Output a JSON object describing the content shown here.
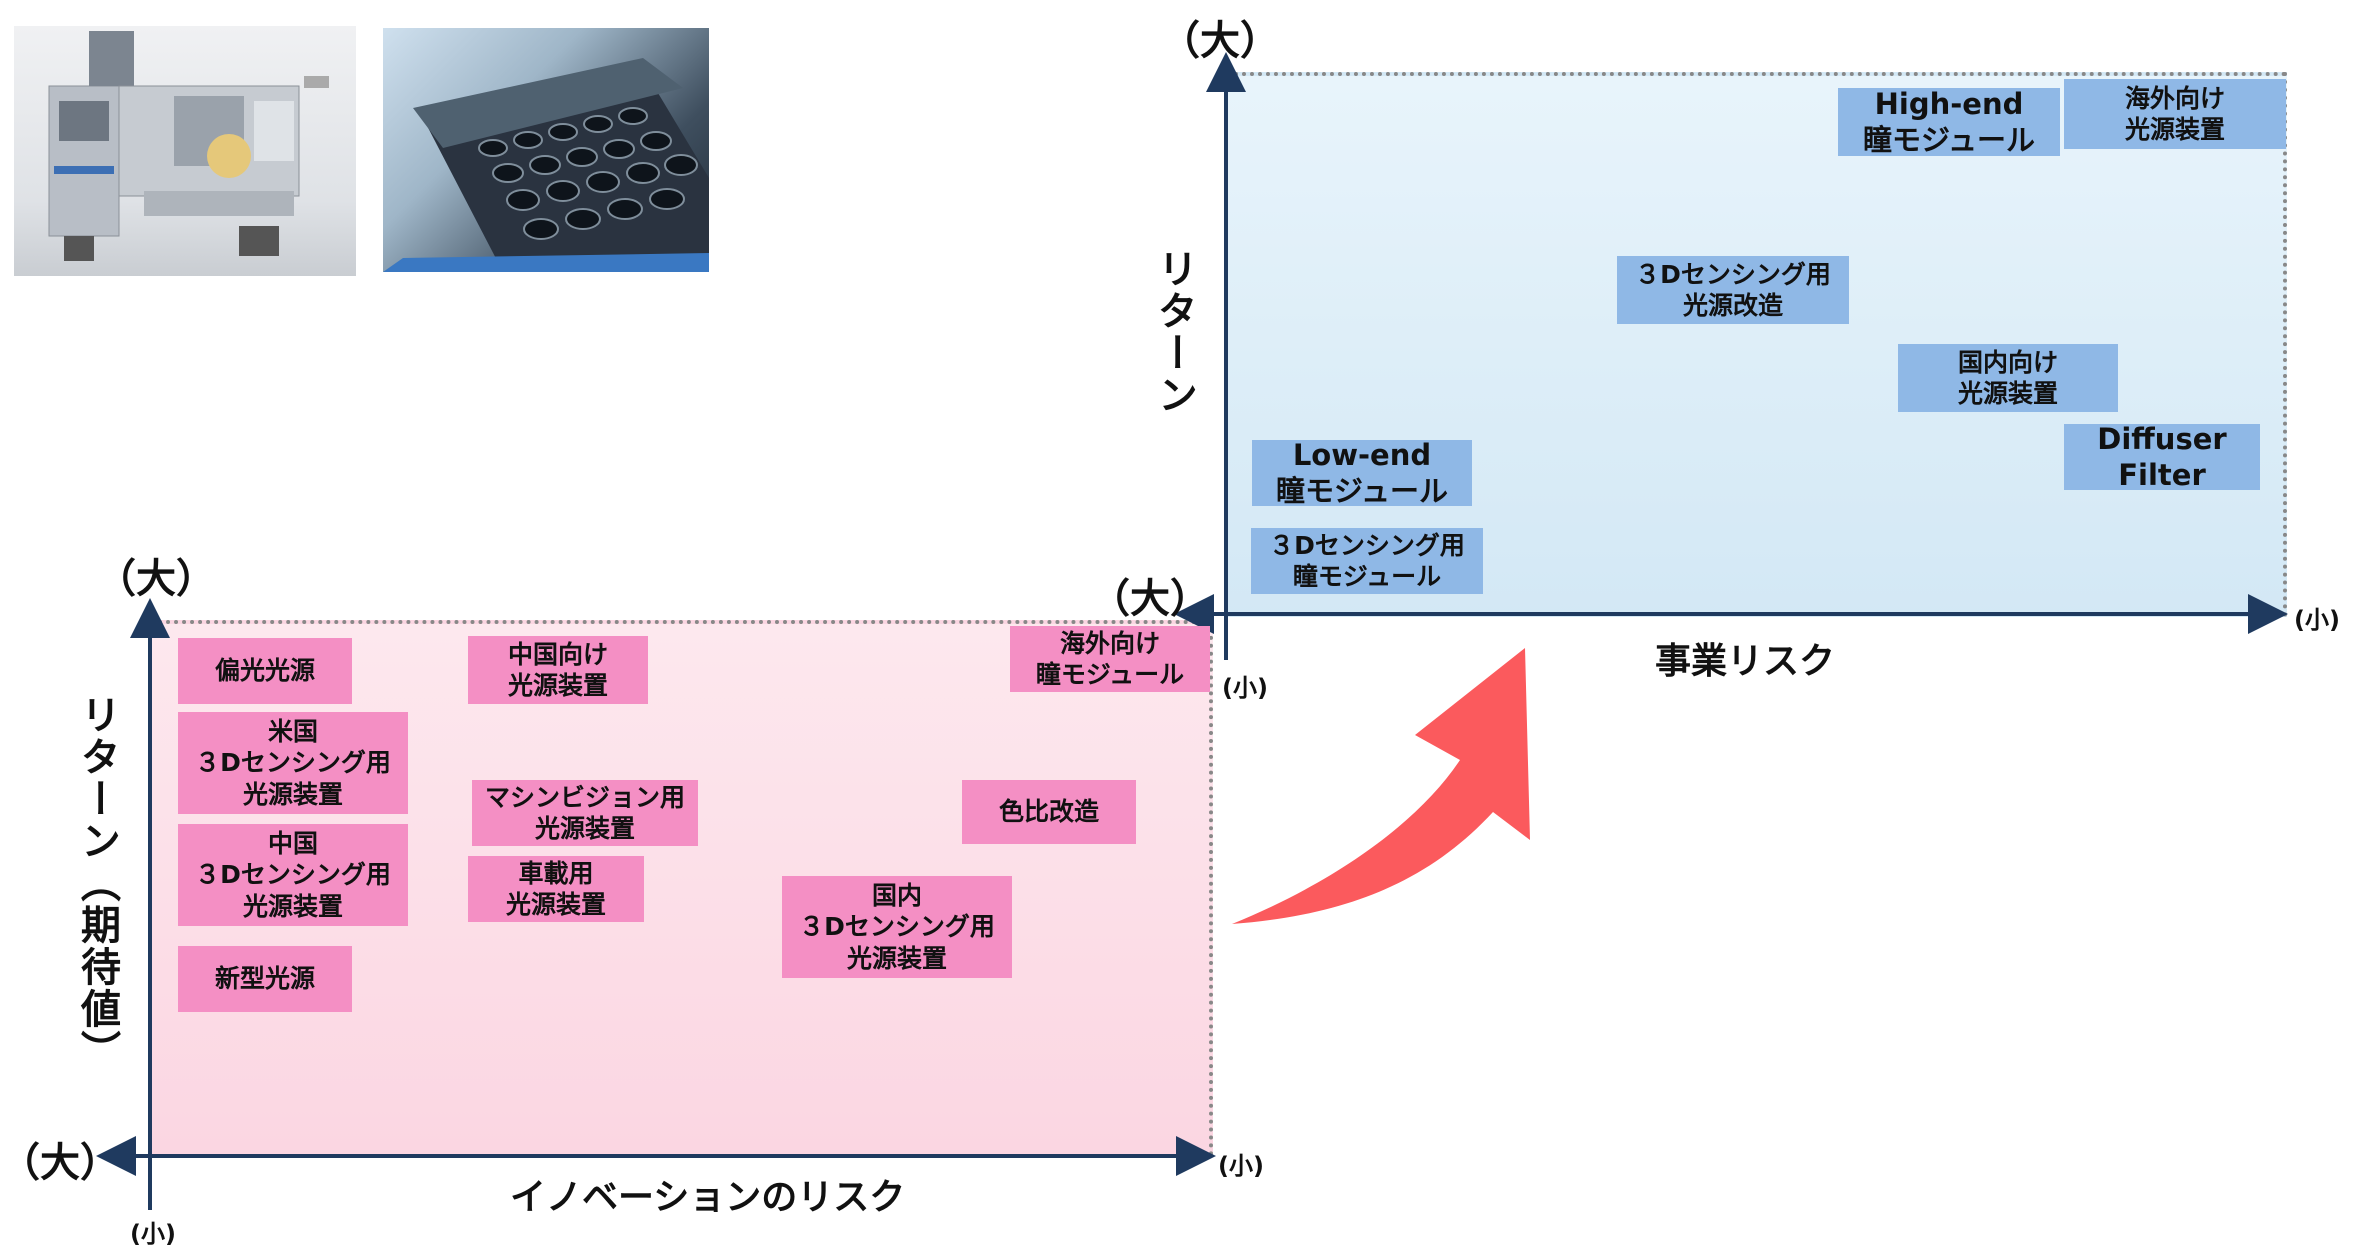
{
  "photos": {
    "machine": "machine-photo",
    "tray": "tray-photo"
  },
  "upper_chart": {
    "y_axis_title": "リターン",
    "x_axis_title": "事業リスク",
    "y_max_label": "（大）",
    "x_max_label": "（大）",
    "y_min_label": "(小)",
    "x_min_label": "(小)",
    "items": [
      {
        "text": "High-end\n瞳モジュール"
      },
      {
        "text": "海外向け\n光源装置"
      },
      {
        "text": "３Dセンシング用\n光源改造"
      },
      {
        "text": "国内向け\n光源装置"
      },
      {
        "text": "Diffuser\nFilter"
      },
      {
        "text": "Low-end\n瞳モジュール"
      },
      {
        "text": "３Dセンシング用\n瞳モジュール"
      }
    ]
  },
  "lower_chart": {
    "y_axis_title": "リターン（期待値）",
    "x_axis_title": "イノベーションのリスク",
    "y_max_label": "（大）",
    "x_max_label": "（大）",
    "y_min_label": "(小)",
    "x_min_label": "(小)",
    "items": [
      {
        "text": "偏光光源"
      },
      {
        "text": "中国向け\n光源装置"
      },
      {
        "text": "海外向け\n瞳モジュール"
      },
      {
        "text": "米国\n３Dセンシング用\n光源装置"
      },
      {
        "text": "マシンビジョン用\n光源装置"
      },
      {
        "text": "色比改造"
      },
      {
        "text": "中国\n３Dセンシング用\n光源装置"
      },
      {
        "text": "車載用\n光源装置"
      },
      {
        "text": "国内\n３Dセンシング用\n光源装置"
      },
      {
        "text": "新型光源"
      }
    ]
  },
  "colors": {
    "axis": "#1f3a5f",
    "pink_box": "#f48fc4",
    "blue_box": "#8fb8e6",
    "arrow": "#fb5a5d"
  }
}
